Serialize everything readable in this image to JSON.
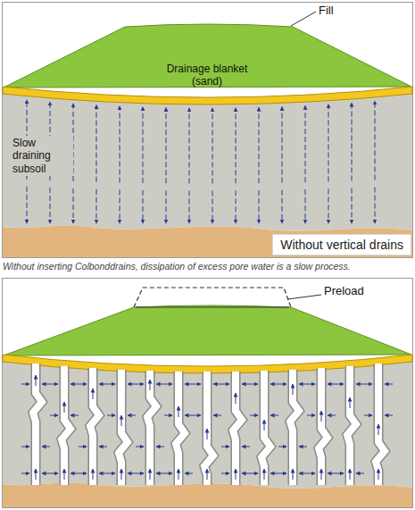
{
  "diagram": {
    "caption": "Without inserting Colbonddrains, dissipation of excess pore water is a slow process.",
    "nodes": [
      {
        "text": [
          "Without vertical drains"
        ]
      }
    ],
    "labels": [
      "Fill",
      "Drainage blanket (sand)",
      "Slow draining subsoil",
      "Preload"
    ]
  }
}
